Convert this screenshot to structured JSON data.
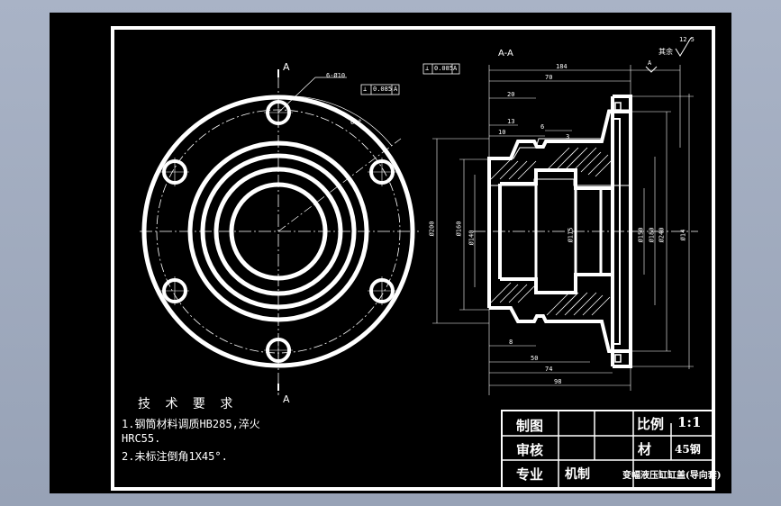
{
  "section_title": "A-A",
  "cut_label_top": "A",
  "cut_label_bottom": "A",
  "roughness": "其余",
  "roughness_value": "12.5",
  "hole_callout": "6-Ø10",
  "gdt_left": {
    "symbol": "⊥",
    "value": "0.085",
    "datum": "A"
  },
  "gdt_right": {
    "symbol": "⊥",
    "value": "0.085",
    "datum": "A"
  },
  "datum_marker": "A",
  "dimensions": {
    "d184": "184",
    "d70": "70",
    "d20": "20",
    "d13": "13",
    "d6": "6",
    "d10": "10",
    "d8": "8",
    "d50": "50",
    "d74": "74",
    "d98": "98",
    "d3": "3",
    "angle": "60°",
    "dia1": "Ø200",
    "dia2": "Ø160",
    "dia3": "Ø140",
    "dia4": "Ø115",
    "dia5": "Ø150",
    "dia6": "Ø180",
    "dia7": "Ø240",
    "dia8": "Ø14"
  },
  "tech": {
    "title": "技 术 要 求",
    "line1": "1.钢筒材料调质HB285,淬火",
    "line2": "HRC55.",
    "line3": "2.未标注倒角1X45°."
  },
  "title_block": {
    "drawn": "制图",
    "checked": "审核",
    "major": "专业",
    "major_value": "机制",
    "scale_label": "比例",
    "scale_value": "1:1",
    "material_label": "材",
    "material_value": "45钢",
    "drawing_name": "变幅液压缸缸盖(导向套)"
  }
}
